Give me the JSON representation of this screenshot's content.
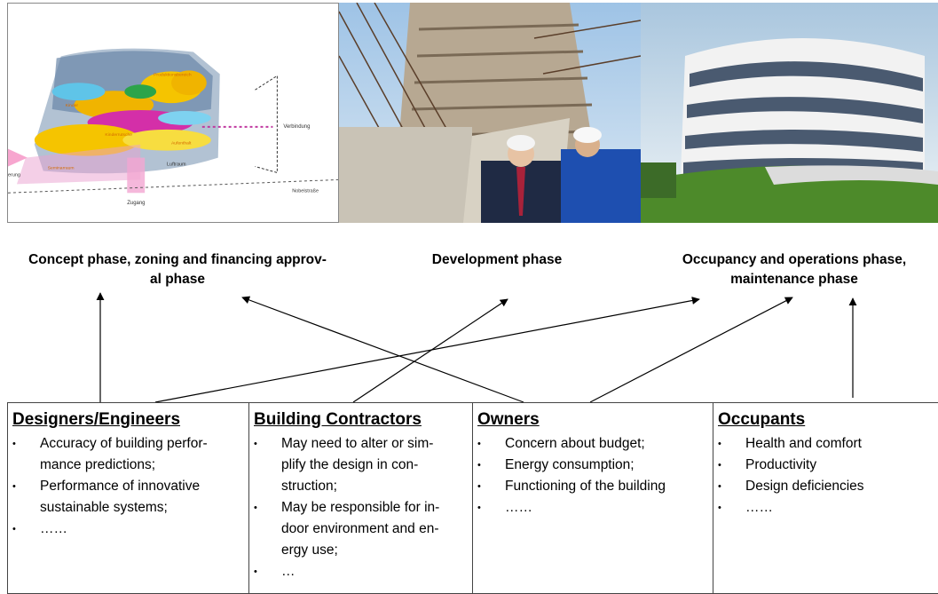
{
  "photos": {
    "concept": {
      "labels": [
        "Verbindung",
        "Nobelstraße",
        "Zugang",
        "Luftraum",
        "erung",
        "Kinder",
        "Produktionsbereich",
        "Seminarraum",
        "Aufenthalt",
        "Kinderrutsche"
      ]
    },
    "development": {},
    "occupancy": {}
  },
  "phases": {
    "concept": "Concept phase, zoning and financing approv-al phase",
    "concept_line1": "Concept phase, zoning and financing approv-",
    "concept_line2": "al phase",
    "development": "Development phase",
    "occupancy_line1": "Occupancy and operations phase,",
    "occupancy_line2": "maintenance phase"
  },
  "stakeholders": [
    {
      "title": "Designers/Engineers",
      "lines": [
        "Accuracy of building perfor-mance predictions;",
        "Performance of innovative sustainable systems;",
        "……"
      ],
      "rows": [
        [
          "Accuracy of building perfor-",
          "mance predictions;"
        ],
        [
          "Performance of innovative",
          "sustainable systems;"
        ],
        [
          "……"
        ]
      ]
    },
    {
      "title": "Building Contractors",
      "rows": [
        [
          "May need to alter or sim-",
          "plify the design in con-",
          "struction;"
        ],
        [
          "May be responsible for in-",
          "door environment and en-",
          "ergy use;"
        ],
        [
          "…"
        ]
      ]
    },
    {
      "title": "Owners",
      "rows": [
        [
          "Concern about budget;"
        ],
        [
          "Energy consumption;"
        ],
        [
          "Functioning of the building"
        ],
        [
          "……"
        ]
      ]
    },
    {
      "title": "Occupants",
      "rows": [
        [
          "Health and comfort"
        ],
        [
          "Productivity"
        ],
        [
          "Design deficiencies"
        ],
        [
          "……"
        ]
      ]
    }
  ],
  "colors": {
    "arrow": "#000000",
    "border": "#444444"
  }
}
